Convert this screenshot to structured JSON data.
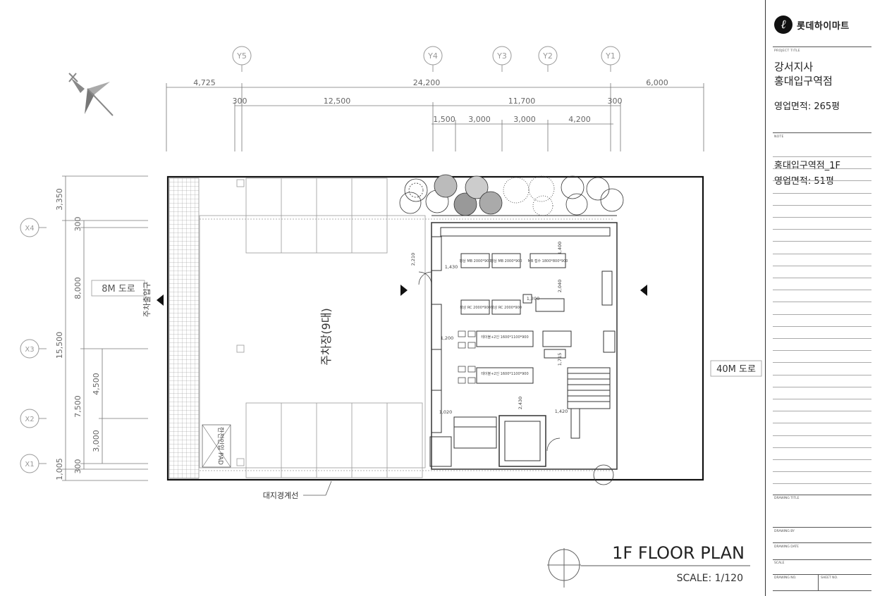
{
  "grid": {
    "columns": [
      "Y5",
      "Y4",
      "Y3",
      "Y2",
      "Y1"
    ],
    "rows": [
      "X4",
      "X3",
      "X2",
      "X1"
    ]
  },
  "dimensions": {
    "top_row1": [
      "4,725",
      "24,200",
      "6,000"
    ],
    "top_row2": [
      "300",
      "12,500",
      "11,700",
      "300"
    ],
    "top_row3": [
      "1,500",
      "3,000",
      "3,000",
      "4,200"
    ],
    "left_outer": [
      "3,350",
      "15,500",
      "1,005"
    ],
    "left_mid": [
      "300",
      "8,000",
      "7,500",
      "300"
    ],
    "left_inner": [
      "4,500",
      "3,000"
    ]
  },
  "labels": {
    "road_left": "8M 도로",
    "parking_entrance": "주차출입구",
    "parking": "주차장(9대)",
    "road_right": "40M 도로",
    "site_boundary": "대지경계선",
    "pad": "한전인입 PAD",
    "store_interior": [
      "테이블+2인 1600*1100*900",
      "테이블+2인 1600*1100*900",
      "MB 접수 1800*800*900",
      "평상 MB 2000*900",
      "평상 MB 2000*900",
      "평상 RC 2000*900",
      "평상 RC 2000*900"
    ],
    "inner_dims": [
      "1,430",
      "1,200",
      "1,200",
      "1,400",
      "2,040",
      "1,020",
      "1,420",
      "2,430",
      "2,210",
      "1,715"
    ]
  },
  "drawing": {
    "title": "1F FLOOR PLAN",
    "scale": "SCALE: 1/120"
  },
  "titleblock": {
    "logo_mark": "ℓ",
    "logo_text": "롯데하이마트",
    "project_title_label": "PROJECT TITLE",
    "project_line1": "강서지사",
    "project_line2": "홍대입구역점",
    "project_area": "영업면적: 265평",
    "note_label": "NOTE",
    "note_line1": "홍대입구역점_1F",
    "note_line2": "영업면적: 51평",
    "drawing_title_label": "DRAWING TITLE",
    "drawing_by_label": "DRAWING BY",
    "drawing_date_label": "DRAWING DATE",
    "scale_label": "SCALE",
    "drawing_no_label": "DRAWING NO.",
    "sheet_no_label": "SHEET NO."
  }
}
